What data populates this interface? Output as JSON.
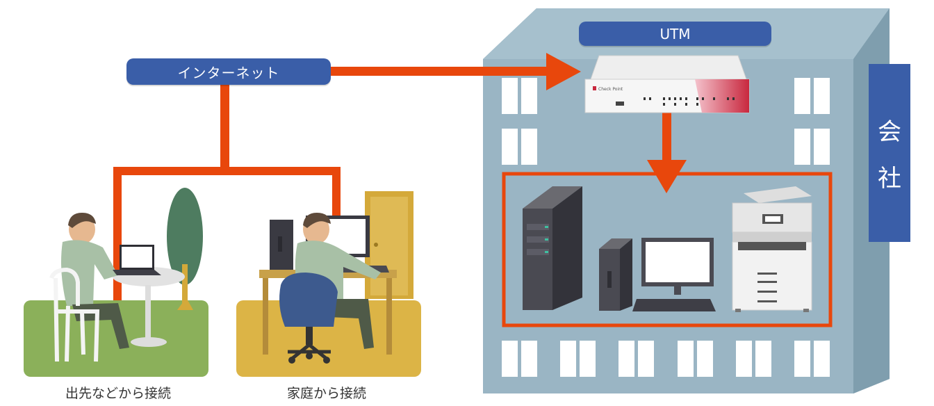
{
  "labels": {
    "internet": "インターネット",
    "utm": "UTM",
    "company_char1": "会",
    "company_char2": "社",
    "caption_outside": "出先などから接続",
    "caption_home": "家庭から接続",
    "device_brand": "Check Point"
  },
  "colors": {
    "connection_line": "#e8470c",
    "label_pill": "#3a5ea8",
    "building": "#9ab5c4",
    "outdoor_ground": "#8bb05a",
    "home_floor": "#dcb446"
  }
}
